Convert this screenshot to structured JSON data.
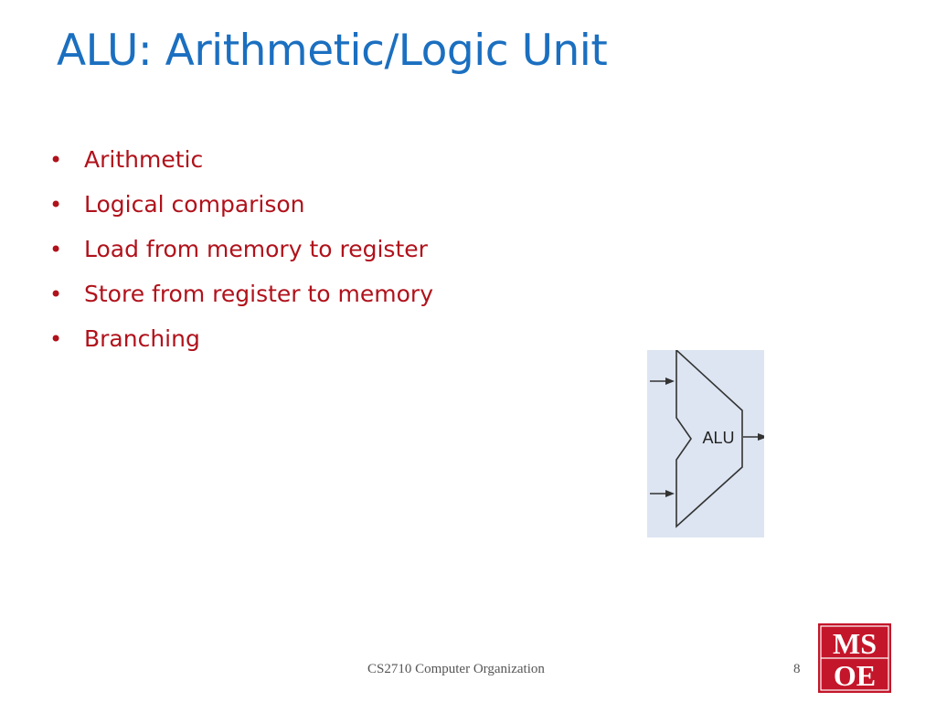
{
  "slide": {
    "title": "ALU: Arithmetic/Logic Unit",
    "bullet_symbol": "•",
    "bullets": [
      "Arithmetic",
      "Logical comparison",
      "Load from memory to register",
      "Store from register to memory",
      "Branching"
    ]
  },
  "figure": {
    "label": "ALU",
    "background_color": "#dde5f2",
    "stroke_color": "#333333"
  },
  "footer": {
    "course": "CS2710 Computer Organization",
    "page_number": "8"
  },
  "logo": {
    "text_top": "MS",
    "text_bottom": "OE",
    "background_color": "#c4162a"
  },
  "colors": {
    "title": "#1b6fc0",
    "bullets": "#b0121b"
  }
}
